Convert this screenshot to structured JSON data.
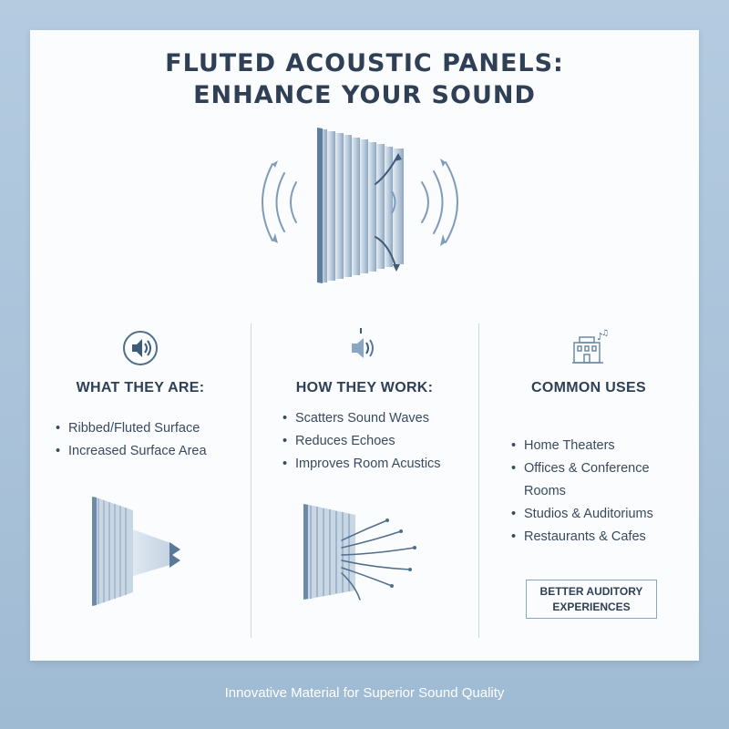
{
  "title": {
    "line1": "FLUTED ACOUSTIC PANELS:",
    "line2": "ENHANCE YOUR SOUND"
  },
  "hero": {
    "icon": "fluted-panel-with-sound-waves"
  },
  "columns": [
    {
      "icon": "speaker-icon",
      "heading": "WHAT THEY ARE:",
      "bullets": [
        "Ribbed/Fluted Surface",
        "Increased Surface Area"
      ],
      "illustration": "panel-with-sound-passing-icon"
    },
    {
      "icon": "speaker-sound-icon",
      "heading": "HOW THEY WORK:",
      "bullets": [
        "Scatters Sound Waves",
        "Reduces Echoes",
        "Improves Room Acustics"
      ],
      "illustration": "panel-scattering-sound-icon"
    },
    {
      "icon": "building-music-icon",
      "heading": "COMMON USES",
      "bullets": [
        "Home Theaters",
        "Offices & Conference",
        "Rooms",
        "Studios & Auditoriums",
        "Restaurants & Cafes"
      ],
      "cta": {
        "line1": "BETTER AUDITORY",
        "line2": "EXPERIENCES"
      }
    }
  ],
  "footer": "Innovative Material for Superior Sound Quality",
  "colors": {
    "background": "#a9c2d9",
    "card": "#fbfcfd",
    "text": "#2f3f55",
    "accent": "#5a7898"
  }
}
